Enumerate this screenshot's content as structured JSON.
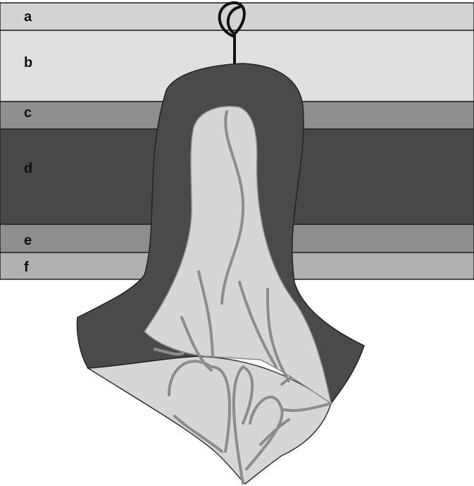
{
  "layers": [
    {
      "label": "a",
      "color": "#d3d3d3"
    },
    {
      "label": "b",
      "color": "#e0e0e0"
    },
    {
      "label": "c",
      "color": "#8e8e8e"
    },
    {
      "label": "d",
      "color": "#484848"
    },
    {
      "label": "e",
      "color": "#8e8e8e"
    },
    {
      "label": "f",
      "color": "#b0b0b0"
    }
  ],
  "colors": {
    "tissue_dark": "#4a4a4a",
    "tissue_light": "#d6d6d6",
    "vessel": "#8c8c8c",
    "outline": "#222222",
    "background": "#ffffff"
  }
}
